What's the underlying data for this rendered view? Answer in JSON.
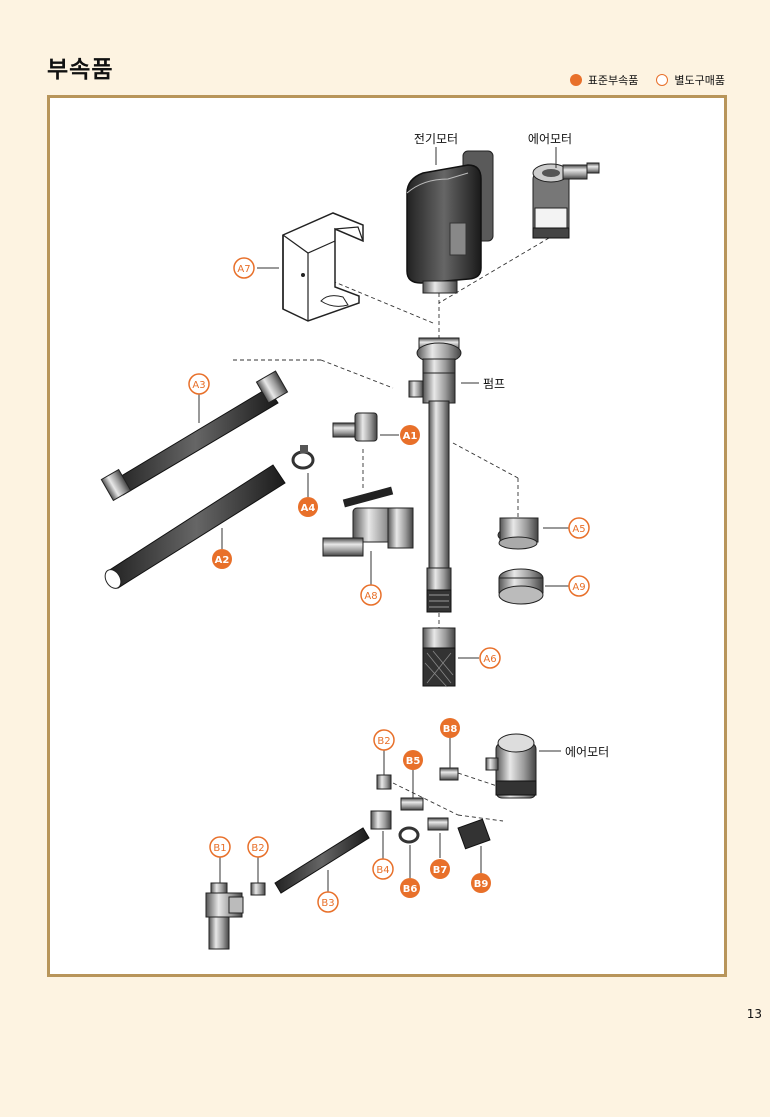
{
  "title": "부속품",
  "legend": {
    "standard": "표준부속품",
    "optional": "별도구매품"
  },
  "colors": {
    "accent": "#e8702a",
    "frame": "#b8955a",
    "page_bg": "#fdf3e1"
  },
  "labels": {
    "electric_motor": "전기모터",
    "air_motor_top": "에어모터",
    "pump": "펌프",
    "air_motor_bottom": "에어모터"
  },
  "parts": {
    "A1": "A1",
    "A2": "A2",
    "A3": "A3",
    "A4": "A4",
    "A5": "A5",
    "A6": "A6",
    "A7": "A7",
    "A8": "A8",
    "A9": "A9",
    "B1": "B1",
    "B2a": "B2",
    "B2b": "B2",
    "B3": "B3",
    "B4": "B4",
    "B5": "B5",
    "B6": "B6",
    "B7": "B7",
    "B8": "B8",
    "B9": "B9"
  },
  "page_number": "13"
}
